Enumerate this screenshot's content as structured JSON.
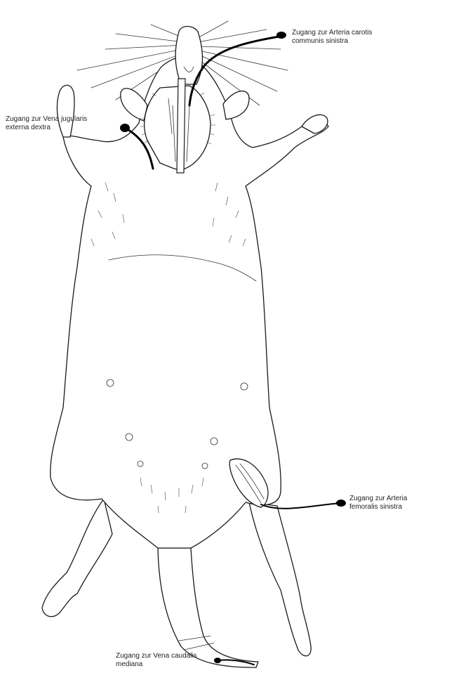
{
  "figure": {
    "annotations": [
      {
        "id": "carotis",
        "lines": [
          "Zugang zur Arteria carotis",
          "communis sinistra"
        ]
      },
      {
        "id": "jugularis",
        "lines": [
          "Zugang zur Vena jugularis",
          "externa dextra"
        ]
      },
      {
        "id": "femoralis",
        "lines": [
          "Zugang zur Arteria",
          "femoralis sinistra"
        ]
      },
      {
        "id": "caudalis",
        "lines": [
          "Zugang zur Vena caudalis",
          "mediana"
        ]
      }
    ],
    "colors": {
      "line": "#1a1a1a",
      "catheter": "#000000",
      "background": "#ffffff"
    }
  }
}
